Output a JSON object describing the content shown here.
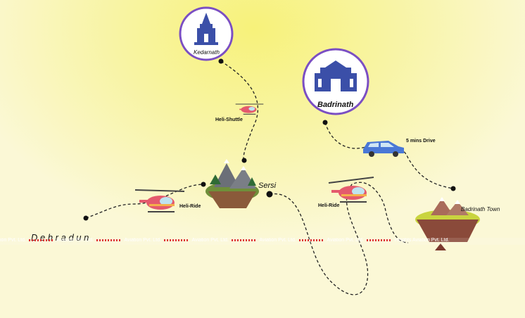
{
  "places": {
    "kedarnath": "Kedarnath",
    "badrinath": "Badrinath",
    "sersi": "Sersi",
    "badrinath_town": "Badrinath Town",
    "dehradun": "D e h r a d u n"
  },
  "legs": {
    "heli_shuttle": "Heli-Shuttle",
    "heli_ride_1": "Heli-Ride",
    "heli_ride_2": "Heli-Ride",
    "drive": "5 mins Drive"
  },
  "watermark": {
    "segments": [
      "ion Pvt. Ltd.",
      "Aviation Pvt. Ltd.",
      "Aviation Pvt. Ltd.",
      "Aviation Pvt. Ltd.",
      "Aviation Pvt. Ltd.",
      "Aviation Pvt. Ltd.",
      "Heights Aviation Pvt. Ltd."
    ]
  },
  "icons": {
    "temple": "kedarnath-temple-icon",
    "gate": "badrinath-gate-icon",
    "helicopter": "helicopter-icon",
    "car": "car-icon",
    "island": "floating-island-icon"
  },
  "colors": {
    "ring": "#7b4fc3",
    "heli_body": "#e45a6d",
    "car": "#4a78d6"
  }
}
